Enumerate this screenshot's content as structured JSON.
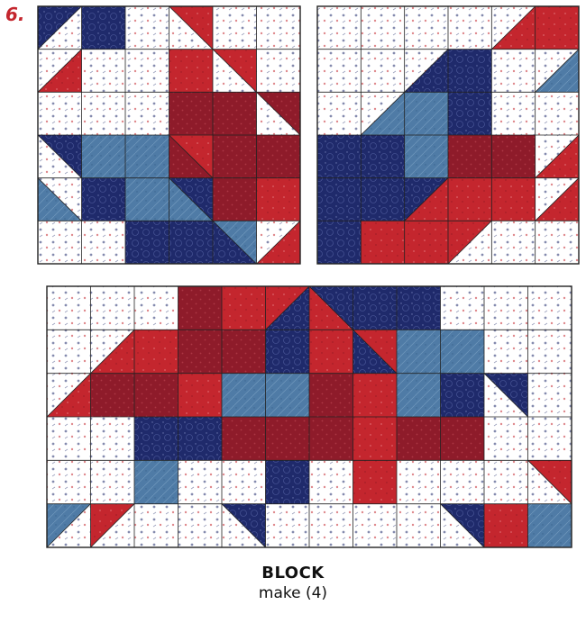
{
  "step_label": "6.",
  "caption": {
    "title": "BLOCK",
    "subtitle": "make (4)"
  },
  "colors": {
    "red": "#c4262e",
    "dark_red": "#8e1b2a",
    "navy": "#1f2a6b",
    "medium_blue": "#4f7ba6",
    "white": "#ffffff",
    "outline": "#222222",
    "step_label": "#c4262e"
  },
  "fabrics": {
    "W": "white-print",
    "R": "red-print",
    "D": "dark-red-print",
    "N": "navy-print",
    "B": "blue-print"
  },
  "panels": [
    {
      "name": "top-left-unit",
      "cols": 6,
      "rows": 6,
      "cells": [
        [
          "N/W",
          "N",
          "W",
          "R\\W",
          "W",
          "W"
        ],
        [
          "W/R",
          "W",
          "W",
          "R",
          "R\\W",
          "W"
        ],
        [
          "W",
          "W",
          "W",
          "D",
          "D",
          "D\\W"
        ],
        [
          "N\\W",
          "B",
          "B",
          "R\\D",
          "D",
          "D"
        ],
        [
          "W\\B",
          "N",
          "B",
          "N\\B",
          "D",
          "R"
        ],
        [
          "W",
          "W",
          "N",
          "N",
          "B\\N",
          "W/R"
        ]
      ]
    },
    {
      "name": "top-right-unit",
      "cols": 6,
      "rows": 6,
      "cells": [
        [
          "W",
          "W",
          "W",
          "W",
          "W/R",
          "R"
        ],
        [
          "W",
          "W",
          "W/N",
          "N",
          "W",
          "W/B"
        ],
        [
          "W",
          "W/B",
          "B",
          "N",
          "W",
          "W"
        ],
        [
          "N",
          "N",
          "B",
          "D",
          "D",
          "W/R"
        ],
        [
          "N",
          "N",
          "N/R",
          "R",
          "R",
          "W/R"
        ],
        [
          "N",
          "R",
          "R",
          "R/W",
          "W",
          "W"
        ]
      ]
    },
    {
      "name": "bottom-unit",
      "cols": 12,
      "rows": 6,
      "cells": [
        [
          "W",
          "W",
          "W",
          "D",
          "R",
          "R/N",
          "N\\R",
          "N",
          "N",
          "W",
          "W",
          "W"
        ],
        [
          "W",
          "W/R",
          "R",
          "D",
          "D",
          "N",
          "R",
          "R\\N",
          "B",
          "B",
          "W",
          "W"
        ],
        [
          "W/R",
          "D",
          "D",
          "R",
          "B",
          "B",
          "D",
          "R",
          "B",
          "N",
          "N\\W",
          "W"
        ],
        [
          "W",
          "W",
          "N",
          "N",
          "D",
          "D",
          "D",
          "R",
          "D",
          "D",
          "W",
          "W"
        ],
        [
          "W",
          "W",
          "B",
          "W",
          "W",
          "N",
          "W",
          "R",
          "W",
          "W",
          "W",
          "R\\W"
        ],
        [
          "B/W",
          "R/W",
          "W",
          "W",
          "N\\W",
          "W",
          "W",
          "W",
          "W",
          "N\\W",
          "R",
          "B"
        ]
      ]
    }
  ]
}
